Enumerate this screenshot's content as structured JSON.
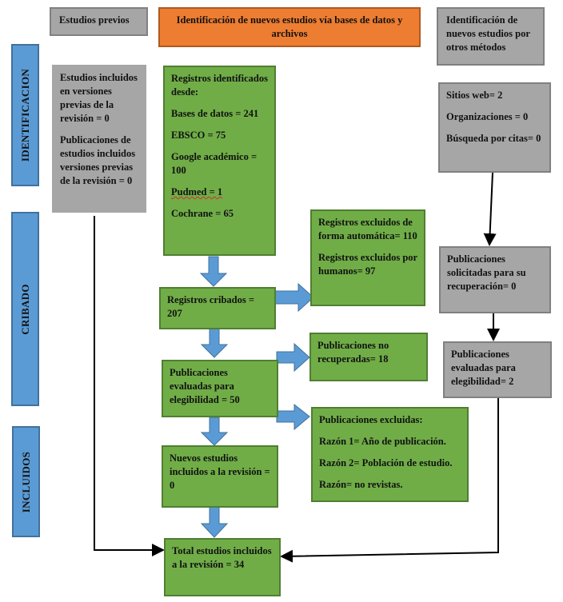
{
  "headers": {
    "previous": "Estudios previos",
    "databases": "Identificación de nuevos estudios vía bases de datos y archivos",
    "other_methods": "Identificación de nuevos estudios por otros métodos"
  },
  "phases": {
    "identification": "IDENTIFICACION",
    "screening": "CRIBADO",
    "included": "INCLUIDOS"
  },
  "previous_studies": {
    "line1": "Estudios incluidos en versiones previas de la revisión = 0",
    "line2": "Publicaciones de estudios incluidos versiones previas de la revisión = 0"
  },
  "records_identified": {
    "title": "Registros identificados desde:",
    "items": [
      "Bases de datos = 241",
      "EBSCO = 75",
      "Google académico = 100",
      "Pudmed = 1",
      "Cochrane = 65"
    ]
  },
  "other_sources": {
    "items": [
      "Sitios web= 2",
      "Organizaciones = 0",
      "Búsqueda por citas= 0"
    ]
  },
  "records_excluded": {
    "line1": "Registros excluidos de forma automática= 110",
    "line2": "Registros excluidos por humanos= 97"
  },
  "records_screened": "Registros cribados = 207",
  "reports_sought_other": "Publicaciones solicitadas para su recuperación= 0",
  "not_retrieved": "Publicaciones no recuperadas= 18",
  "assessed_eligibility": "Publicaciones evaluadas para elegibilidad = 50",
  "assessed_eligibility_other": "Publicaciones evaluadas para elegibilidad= 2",
  "reports_excluded": {
    "title": "Publicaciones excluidas:",
    "reasons": [
      "Razón 1= Año de publicación.",
      "Razón 2= Población de estudio.",
      "Razón= no revistas."
    ]
  },
  "new_included": "Nuevos estudios incluidos a la revisión = 0",
  "total_included": "Total estudios incluidos a la revisión = 34",
  "colors": {
    "gray": "#a6a6a6",
    "green": "#70ad47",
    "orange": "#ed7d31",
    "blue": "#5b9bd5"
  }
}
